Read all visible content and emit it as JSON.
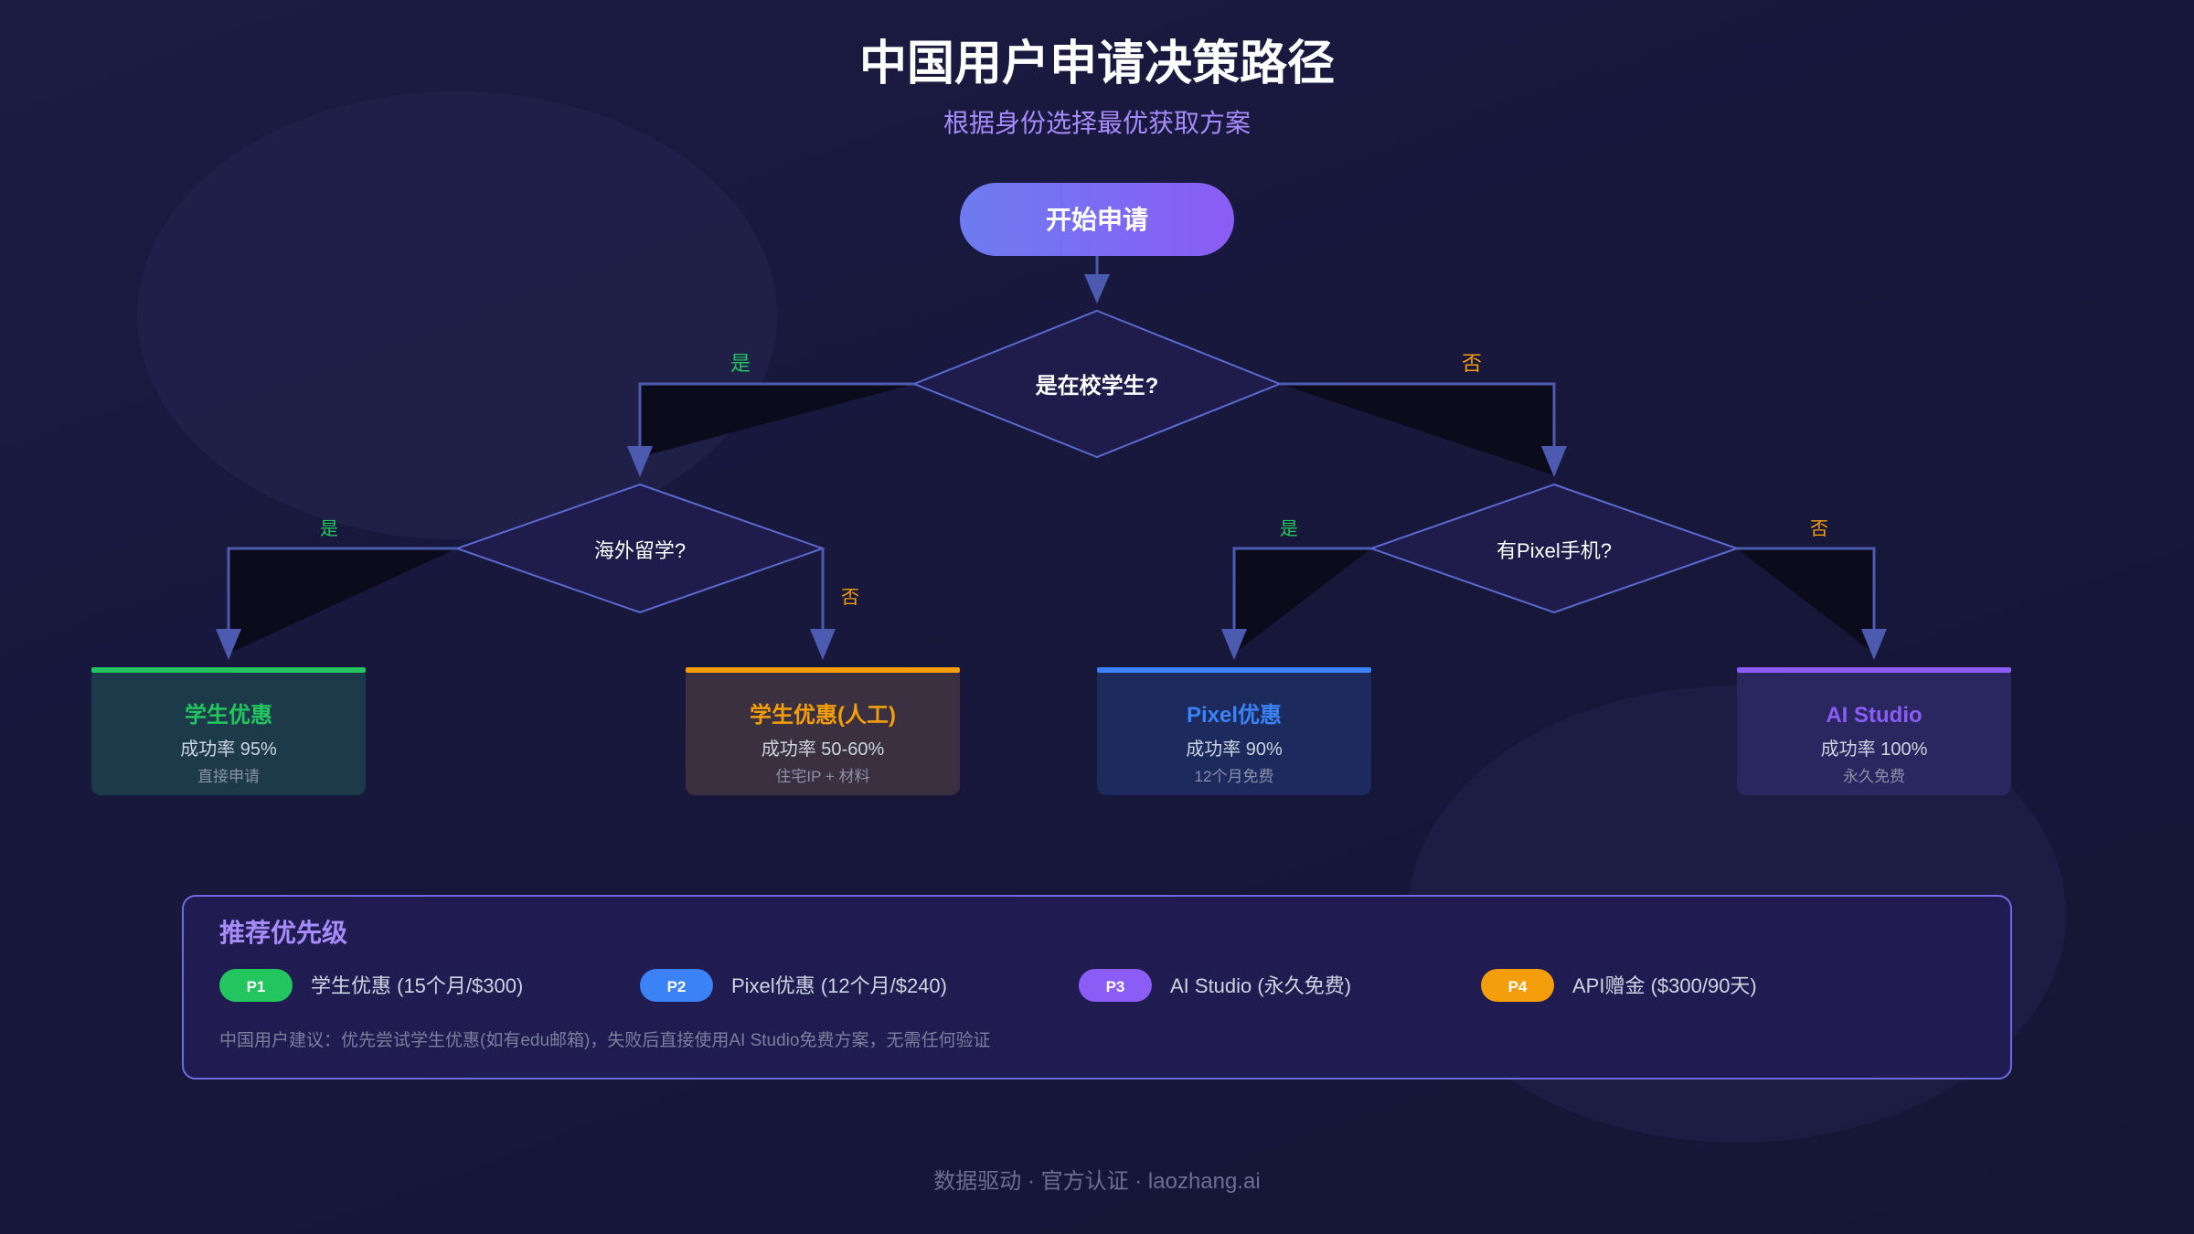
{
  "title": "中国用户申请决策路径",
  "subtitle": "根据身份选择最优获取方案",
  "start": {
    "label": "开始申请"
  },
  "decisions": {
    "student": {
      "label": "是在校学生?",
      "yes": "是",
      "no": "否"
    },
    "abroad": {
      "label": "海外留学?",
      "yes": "是",
      "no": "否"
    },
    "pixel": {
      "label": "有Pixel手机?",
      "yes": "是",
      "no": "否"
    }
  },
  "outcomes": [
    {
      "title": "学生优惠",
      "rate": "成功率 95%",
      "note": "直接申请",
      "accent": "#22c55e",
      "bg": "#1c3a4a"
    },
    {
      "title": "学生优惠(人工)",
      "rate": "成功率 50-60%",
      "note": "住宅IP + 材料",
      "accent": "#f59e0b",
      "bg": "#3a3040"
    },
    {
      "title": "Pixel优惠",
      "rate": "成功率 90%",
      "note": "12个月免费",
      "accent": "#3b82f6",
      "bg": "#1c2a5e"
    },
    {
      "title": "AI Studio",
      "rate": "成功率 100%",
      "note": "永久免费",
      "accent": "#8b5cf6",
      "bg": "#2a2660"
    }
  ],
  "priority": {
    "heading": "推荐优先级",
    "items": [
      {
        "badge": "P1",
        "text": "学生优惠 (15个月/$300)",
        "color": "#22c55e"
      },
      {
        "badge": "P2",
        "text": "Pixel优惠 (12个月/$240)",
        "color": "#3b82f6"
      },
      {
        "badge": "P3",
        "text": "AI Studio (永久免费)",
        "color": "#8b5cf6"
      },
      {
        "badge": "P4",
        "text": "API赠金 ($300/90天)",
        "color": "#f59e0b"
      }
    ],
    "advice": "中国用户建议：优先尝试学生优惠(如有edu邮箱)，失败后直接使用AI Studio免费方案，无需任何验证"
  },
  "footer": "数据驱动 · 官方认证 · laozhang.ai",
  "colors": {
    "yes": "#22c55e",
    "no": "#f59e0b",
    "line": "#4c5bb0",
    "diamond_stroke": "#5b6ad0",
    "diamond_fill": "#1f1b4a",
    "subtitle": "#a78bfa",
    "heading": "#a78bfa"
  }
}
